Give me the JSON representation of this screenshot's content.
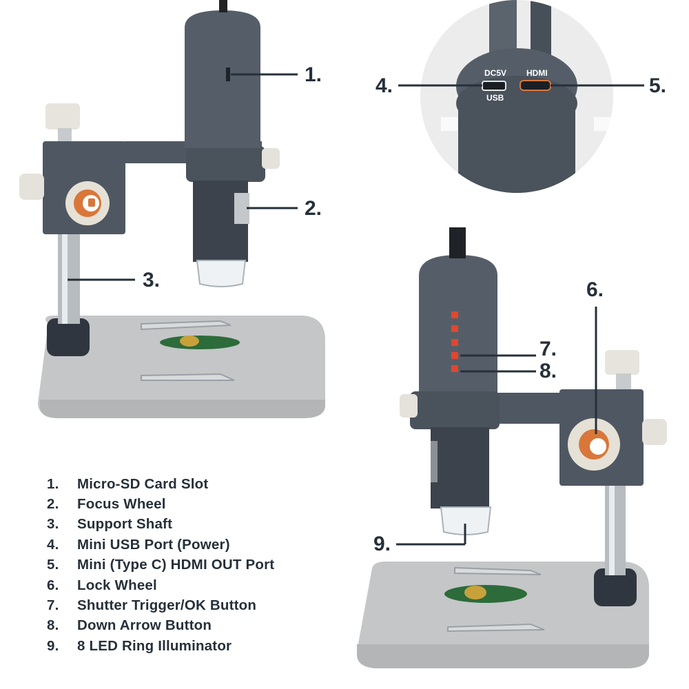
{
  "callouts": {
    "c1": "1.",
    "c2": "2.",
    "c3": "3.",
    "c4": "4.",
    "c5": "5.",
    "c6": "6.",
    "c7": "7.",
    "c8": "8.",
    "c9": "9."
  },
  "port_labels": {
    "dc5v": "DC5V",
    "usb": "USB",
    "hdmi": "HDMI"
  },
  "legend": [
    {
      "num": "1.",
      "text": "Micro-SD Card Slot"
    },
    {
      "num": "2.",
      "text": "Focus Wheel"
    },
    {
      "num": "3.",
      "text": "Support Shaft"
    },
    {
      "num": "4.",
      "text": "Mini USB Port (Power)"
    },
    {
      "num": "5.",
      "text": "Mini (Type C) HDMI OUT Port"
    },
    {
      "num": "6.",
      "text": "Lock Wheel"
    },
    {
      "num": "7.",
      "text": "Shutter Trigger/OK Button"
    },
    {
      "num": "8.",
      "text": "Down Arrow Button"
    },
    {
      "num": "9.",
      "text": "8 LED Ring Illuminator"
    }
  ],
  "colors": {
    "body_dark": "#4a525c",
    "body_mid": "#5d6670",
    "base_gray": "#c9cbcc",
    "accent_orange": "#d9773a",
    "button_red": "#e2462d",
    "text_dark": "#26303a"
  }
}
